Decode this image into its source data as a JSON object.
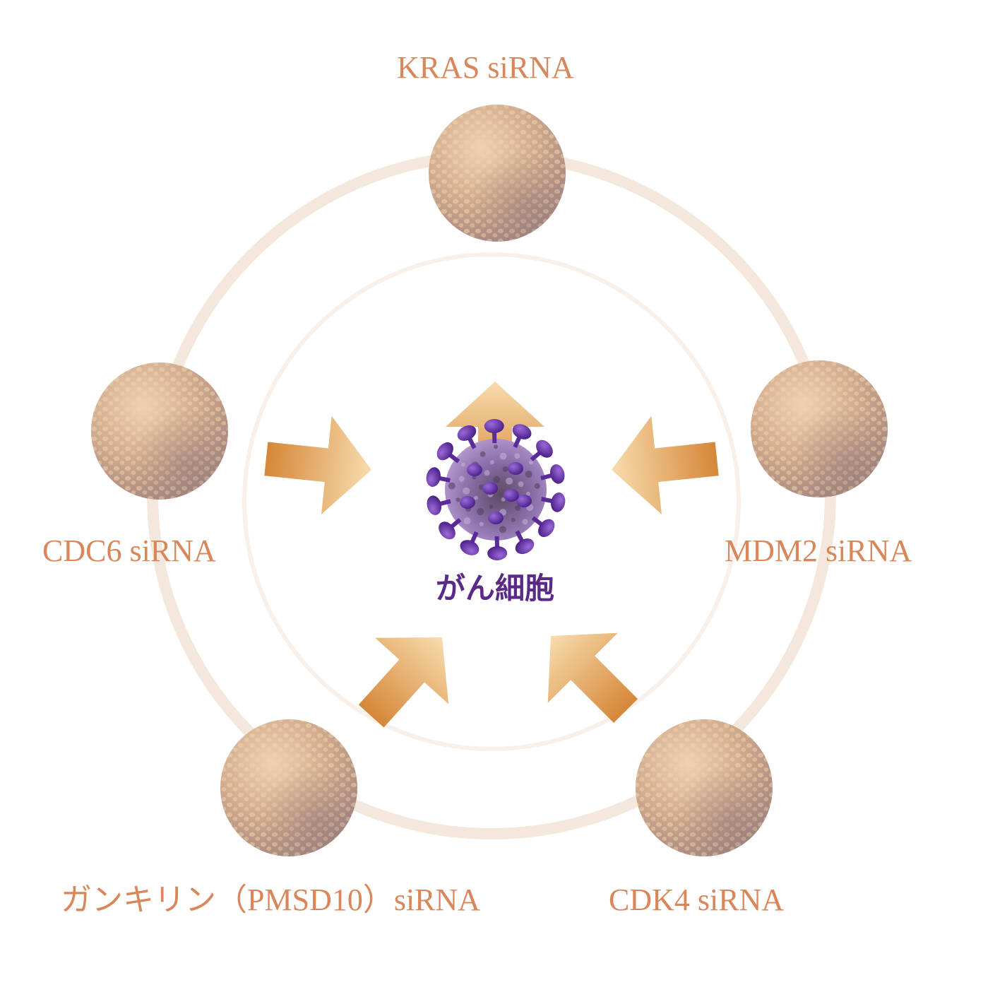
{
  "center": {
    "label": "がん細胞"
  },
  "nodes": [
    {
      "id": "kras",
      "label": "KRAS siRNA"
    },
    {
      "id": "mdm2",
      "label": "MDM2 siRNA"
    },
    {
      "id": "cdk4",
      "label": "CDK4 siRNA"
    },
    {
      "id": "gankirin",
      "label": "ガンキリン（PMSD10）siRNA"
    },
    {
      "id": "cdc6",
      "label": "CDC6 siRNA"
    }
  ],
  "colors": {
    "label": "#d9875a",
    "center_label": "#5a2a86",
    "sphere_light": "#e8c4a0",
    "sphere_dark": "#b08a78",
    "arrow_dark": "#d9893d",
    "arrow_light": "#f6d9a8",
    "ring": "#f4e7dc",
    "virus": "#6a3aa8"
  }
}
